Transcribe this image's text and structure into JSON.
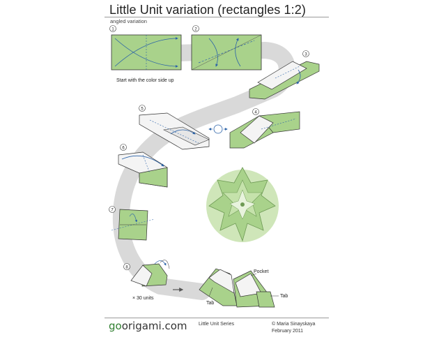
{
  "header": {
    "title": "Little Unit variation (rectangles 1:2)",
    "subtitle": "angled variation"
  },
  "steps": [
    {
      "number": "1"
    },
    {
      "number": "2"
    },
    {
      "number": "3"
    },
    {
      "number": "4"
    },
    {
      "number": "5"
    },
    {
      "number": "6"
    },
    {
      "number": "7"
    },
    {
      "number": "8"
    }
  ],
  "instructions": {
    "start_note": "Start with the color side up",
    "units_note": "× 30 units"
  },
  "labels": {
    "pocket": "Pocket",
    "tab_left": "Tab",
    "tab_right": "Tab"
  },
  "footer": {
    "brand_go": "go",
    "brand_rest": "origami.com",
    "series": "Little Unit Series",
    "author": "© Maria Sinayskaya",
    "date": "February 2011"
  },
  "colors": {
    "paper_green": "#a9d28b",
    "paper_white": "#f4f4f4",
    "path_gray": "#d9d9d9",
    "arrow_blue": "#2a62a8",
    "brand_green": "#2f7f2f"
  }
}
